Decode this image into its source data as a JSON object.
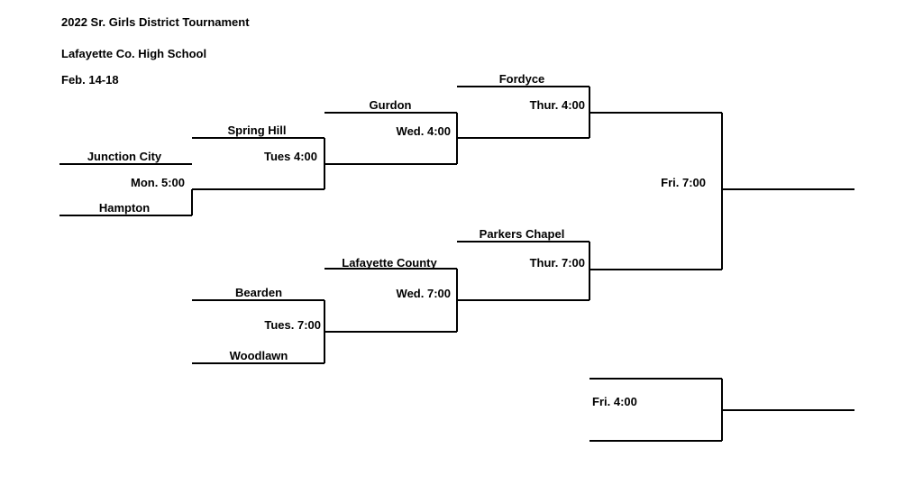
{
  "header": {
    "title": "2022 Sr. Girls District Tournament",
    "venue": "Lafayette Co. High School",
    "dates": "Feb. 14-18"
  },
  "teams": {
    "junction_city": "Junction City",
    "hampton": "Hampton",
    "spring_hill": "Spring Hill",
    "gurdon": "Gurdon",
    "fordyce": "Fordyce",
    "bearden": "Bearden",
    "woodlawn": "Woodlawn",
    "lafayette_county": "Lafayette County",
    "parkers_chapel": "Parkers Chapel"
  },
  "games": {
    "mon": "Mon. 5:00",
    "tues_early": "Tues 4:00",
    "tues_late": "Tues. 7:00",
    "wed_early": "Wed. 4:00",
    "wed_late": "Wed. 7:00",
    "thur_early": "Thur. 4:00",
    "thur_late": "Thur. 7:00",
    "fri_final": "Fri. 7:00",
    "fri_consolation": "Fri. 4:00"
  }
}
